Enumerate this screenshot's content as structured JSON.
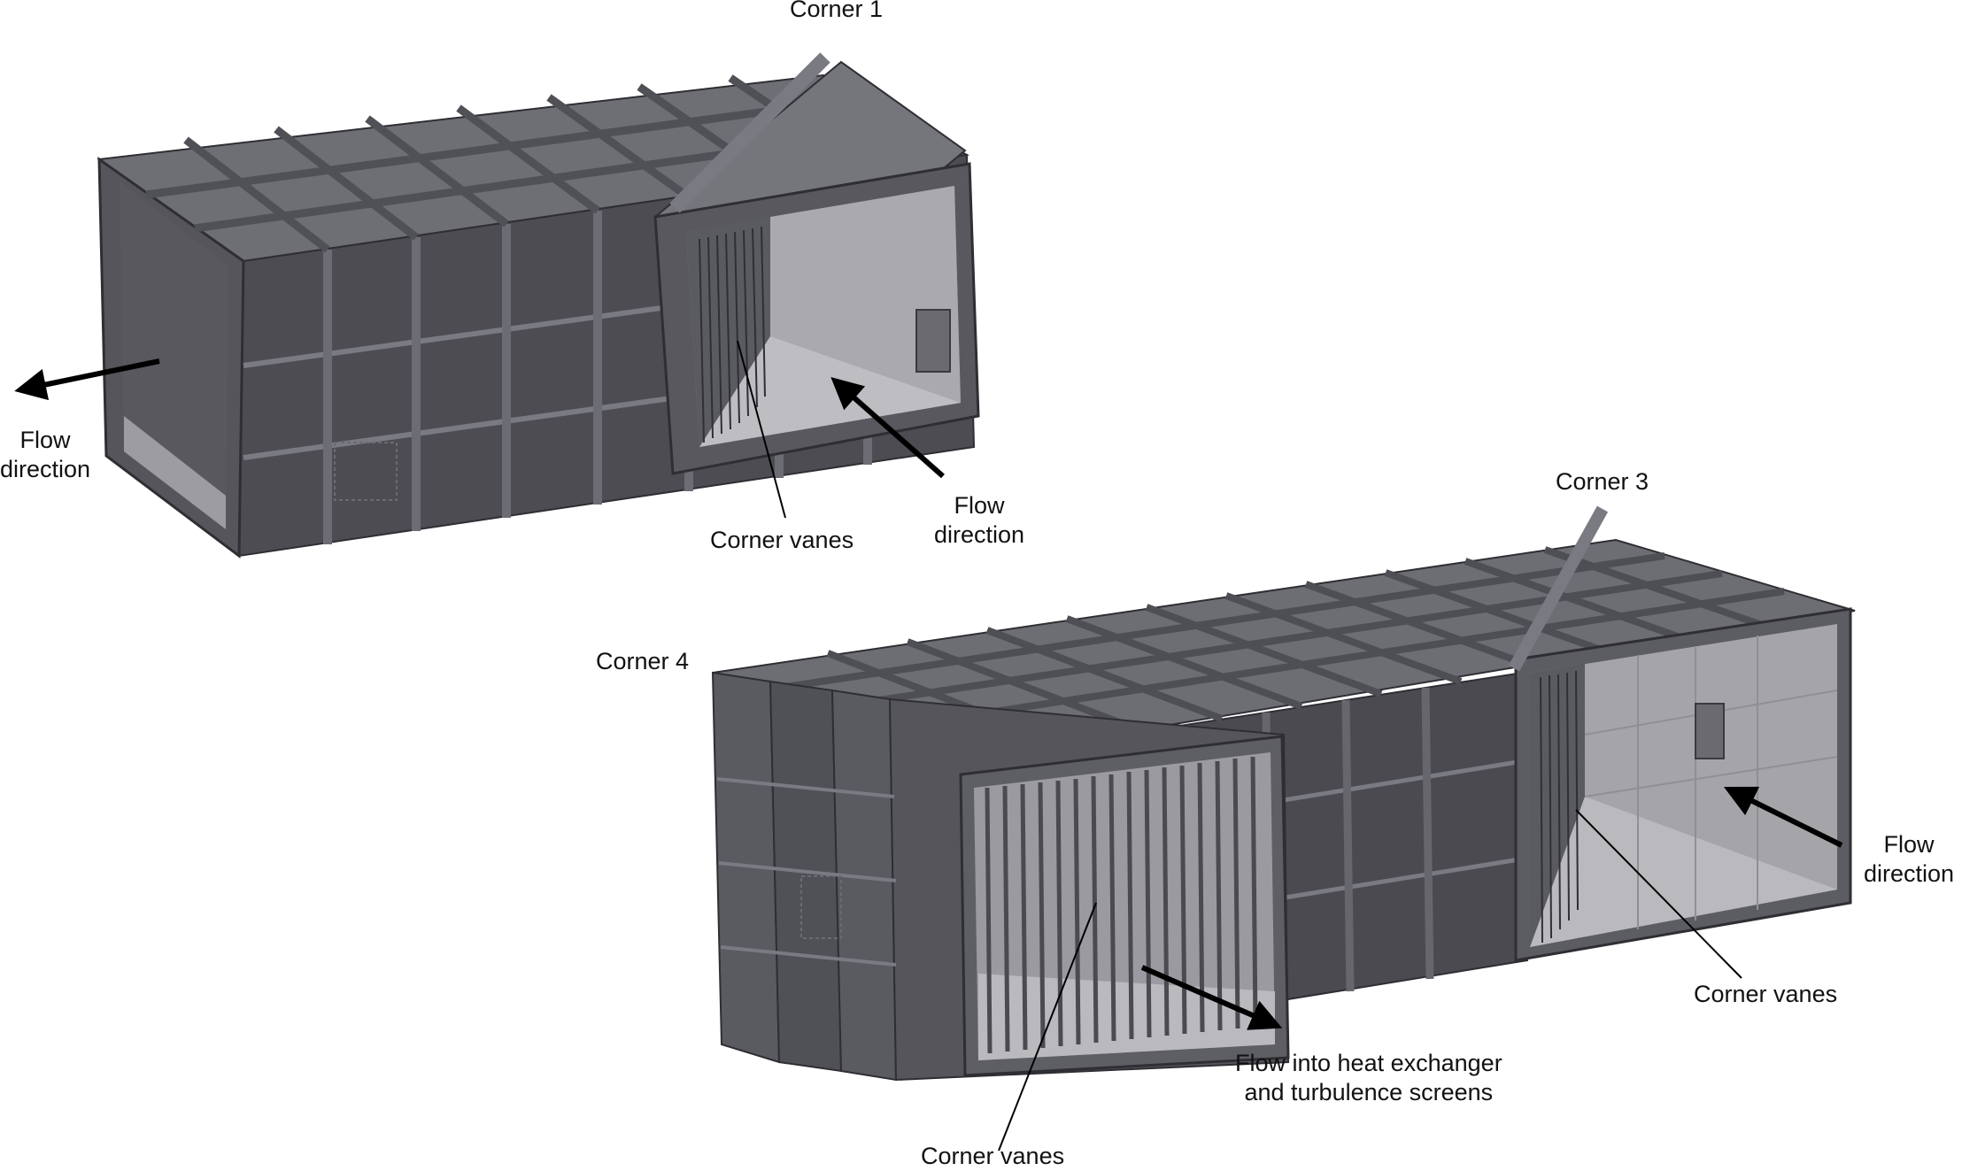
{
  "labels": {
    "corner1": "Corner 1",
    "corner3": "Corner 3",
    "corner4": "Corner 4",
    "flow_top_left_1": "Flow",
    "flow_top_left_2": "direction",
    "flow_top_mid_1": "Flow",
    "flow_top_mid_2": "direction",
    "flow_bottom_right_1": "Flow",
    "flow_bottom_right_2": "direction",
    "vanes_top": "Corner vanes",
    "vanes_bottom_right": "Corner vanes",
    "vanes_bottom_left": "Corner vanes",
    "heat_exchanger_1": "Flow into heat exchanger",
    "heat_exchanger_2": "and turbulence screens"
  },
  "colors": {
    "duct_dark": "#4a4a50",
    "duct_mid": "#5e5e65",
    "duct_top": "#727279",
    "interior_light": "#a8a8ad",
    "interior_floor": "#b9b9be",
    "rib": "#6c6c73",
    "arrow": "#000000"
  }
}
